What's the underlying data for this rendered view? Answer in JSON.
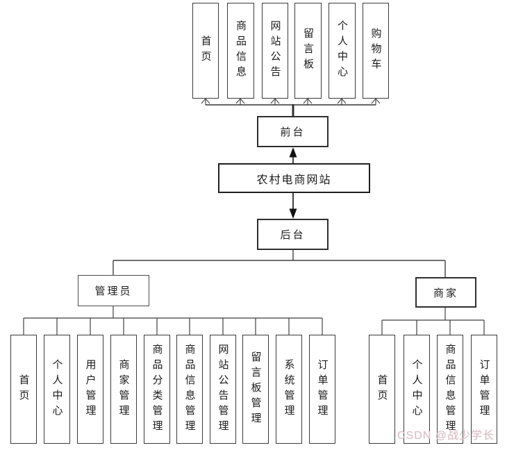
{
  "diagram": {
    "root": {
      "label": "农村电商网站"
    },
    "frontend": {
      "label": "前台",
      "modules": [
        {
          "label": "首页"
        },
        {
          "label": "商品信息"
        },
        {
          "label": "网站公告"
        },
        {
          "label": "留言板"
        },
        {
          "label": "个人中心"
        },
        {
          "label": "购物车"
        }
      ]
    },
    "backend": {
      "label": "后台",
      "roles": [
        {
          "label": "管理员",
          "modules": [
            {
              "label": "首页"
            },
            {
              "label": "个人中心"
            },
            {
              "label": "用户管理"
            },
            {
              "label": "商家管理"
            },
            {
              "label": "商品分类管理"
            },
            {
              "label": "商品信息管理"
            },
            {
              "label": "网站公告管理"
            },
            {
              "label": "留言板管理"
            },
            {
              "label": "系统管理"
            },
            {
              "label": "订单管理"
            }
          ]
        },
        {
          "label": "商家",
          "modules": [
            {
              "label": "首页"
            },
            {
              "label": "个人中心"
            },
            {
              "label": "商品信息管理"
            },
            {
              "label": "订单管理"
            }
          ]
        }
      ]
    }
  },
  "watermark": {
    "text": "CSDN @战少学长"
  },
  "colors": {
    "background": "#ffffff",
    "line": "#3f3f3f",
    "arrow": "#111111",
    "border": "#3a3a3a",
    "text": "#1a1a1a",
    "watermark": "#d6c4ca"
  }
}
